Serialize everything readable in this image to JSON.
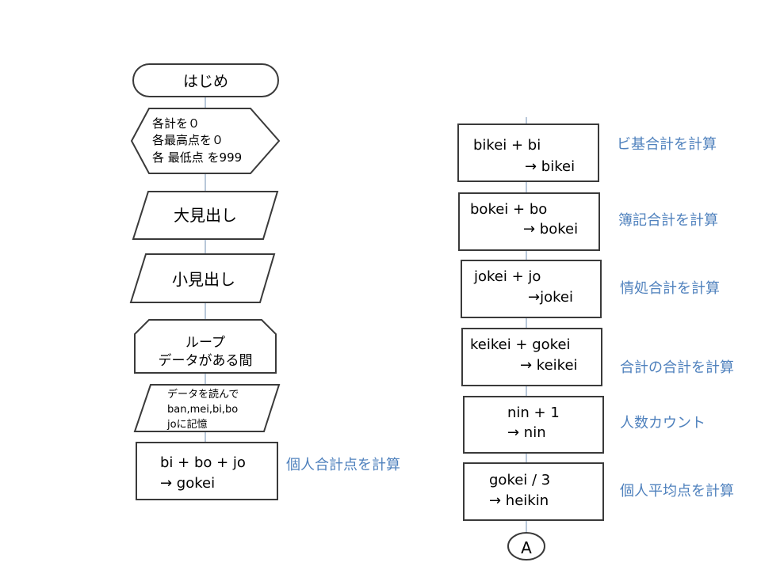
{
  "left_flow": {
    "start": "はじめ",
    "init": [
      "各計を０",
      "各最高点を０",
      "各 最低点 を999"
    ],
    "heading_main": "大見出し",
    "heading_sub": "小見出し",
    "loop": [
      "ループ",
      "データがある間"
    ],
    "read": [
      "データを読んで",
      "ban,mei,bi,bo",
      "joに記憶"
    ],
    "calc": [
      "bi + bo + jo",
      "→ gokei"
    ],
    "calc_note": "個人合計点を計算"
  },
  "right_flow": {
    "steps": [
      {
        "line1": "bikei + bi",
        "line2": "→ bikei",
        "note": "ビ基合計を計算"
      },
      {
        "line1": "bokei + bo",
        "line2": "→ bokei",
        "note": "簿記合計を計算"
      },
      {
        "line1": "jokei + jo",
        "line2": "→jokei",
        "note": "情処合計を計算"
      },
      {
        "line1": "keikei + gokei",
        "line2": "→ keikei",
        "note": "合計の合計を計算"
      },
      {
        "line1": "nin + 1",
        "line2": "→  nin",
        "note": "人数カウント"
      },
      {
        "line1": "gokei / 3",
        "line2": "→ heikin",
        "note": "個人平均点を計算"
      }
    ],
    "connector": "A"
  },
  "colors": {
    "stroke": "#3a3a3a",
    "flowline": "#b8c7d9",
    "note": "#4f81bd"
  }
}
